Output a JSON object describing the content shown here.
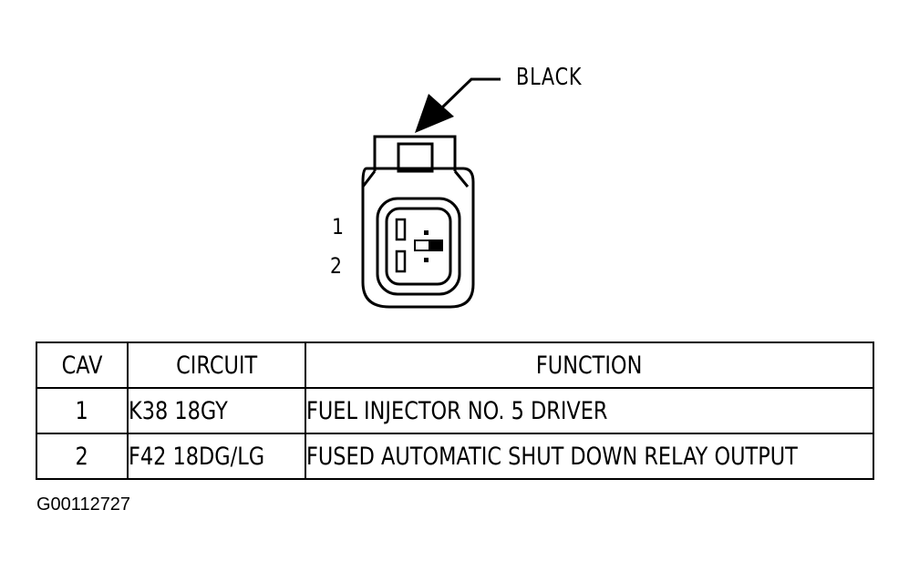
{
  "connector": {
    "color_label": "BLACK",
    "pin_labels": [
      "1",
      "2"
    ]
  },
  "table": {
    "headers": {
      "cav": "CAV",
      "circuit": "CIRCUIT",
      "function": "FUNCTION"
    },
    "rows": [
      {
        "cav": "1",
        "circuit": "K38 18GY",
        "function": "FUEL INJECTOR NO. 5 DRIVER"
      },
      {
        "cav": "2",
        "circuit": "F42 18DG/LG",
        "function": "FUSED AUTOMATIC SHUT DOWN RELAY OUTPUT"
      }
    ]
  },
  "figure_id": "G00112727"
}
